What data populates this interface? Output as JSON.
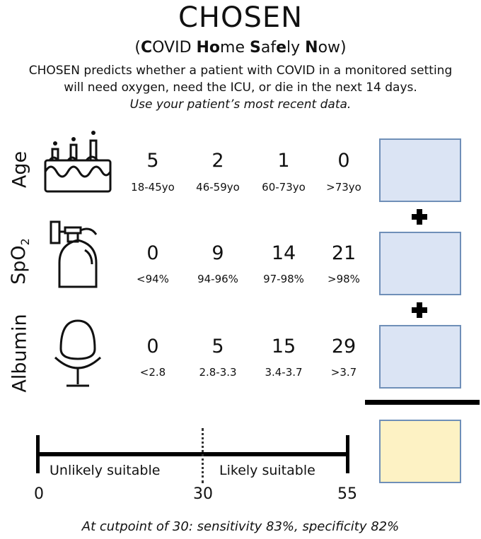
{
  "header": {
    "title": "CHOSEN",
    "subtitle_parts": [
      {
        "text": "(",
        "bold": false
      },
      {
        "text": "C",
        "bold": true
      },
      {
        "text": "OVID ",
        "bold": false
      },
      {
        "text": "Ho",
        "bold": true
      },
      {
        "text": "me ",
        "bold": false
      },
      {
        "text": "S",
        "bold": true
      },
      {
        "text": "af",
        "bold": false
      },
      {
        "text": "e",
        "bold": true
      },
      {
        "text": "ly ",
        "bold": false
      },
      {
        "text": "N",
        "bold": true
      },
      {
        "text": "ow)",
        "bold": false
      }
    ],
    "description_line1": "CHOSEN predicts whether a patient with COVID in a monitored setting",
    "description_line2": "will need oxygen, need the ICU, or die in the next 14 days.",
    "description_line3": "Use your patient’s most recent data."
  },
  "rows": [
    {
      "label": "Age",
      "label_sub": "",
      "icon": "birthday-cake-icon",
      "points": [
        "5",
        "2",
        "1",
        "0"
      ],
      "ranges": [
        "18-45yo",
        "46-59yo",
        "60-73yo",
        ">73yo"
      ]
    },
    {
      "label": "SpO",
      "label_sub": "2",
      "icon": "oxygen-tank-icon",
      "points": [
        "0",
        "9",
        "14",
        "21"
      ],
      "ranges": [
        "<94%",
        "94-96%",
        "97-98%",
        ">98%"
      ]
    },
    {
      "label": "Albumin",
      "label_sub": "",
      "icon": "egg-cup-icon",
      "points": [
        "0",
        "5",
        "15",
        "29"
      ],
      "ranges": [
        "<2.8",
        "2.8-3.3",
        "3.4-3.7",
        ">3.7"
      ]
    }
  ],
  "scale": {
    "min": "0",
    "cutpoint": "30",
    "max": "55",
    "left_zone": "Unlikely suitable",
    "right_zone": "Likely suitable"
  },
  "footer": "At cutpoint of 30: sensitivity 83%, specificity 82%",
  "colors": {
    "score_box_fill": "#dbe4f4",
    "total_box_fill": "#fdf2c4",
    "box_border": "#6f8fb8"
  }
}
